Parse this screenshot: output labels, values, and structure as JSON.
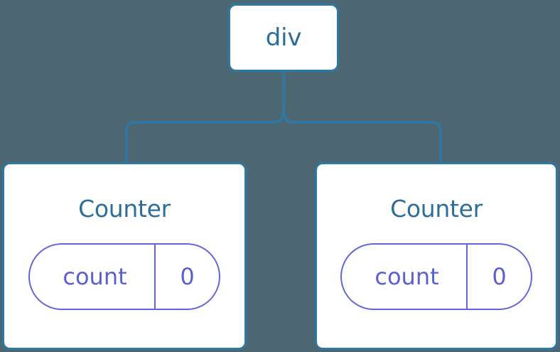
{
  "diagram": {
    "type": "component-tree",
    "background_color": "#4c6772",
    "edge_color": "#2e78a6",
    "node_border_color": "#2e78a6",
    "node_fill_color": "#ffffff",
    "node_title_color": "#2d6e99",
    "state_badge_color": "#6366d8",
    "state_text_color": "#5c5fd0"
  },
  "root": {
    "label": "div"
  },
  "children": [
    {
      "label": "Counter",
      "state": {
        "key": "count",
        "value": "0"
      }
    },
    {
      "label": "Counter",
      "state": {
        "key": "count",
        "value": "0"
      }
    }
  ]
}
